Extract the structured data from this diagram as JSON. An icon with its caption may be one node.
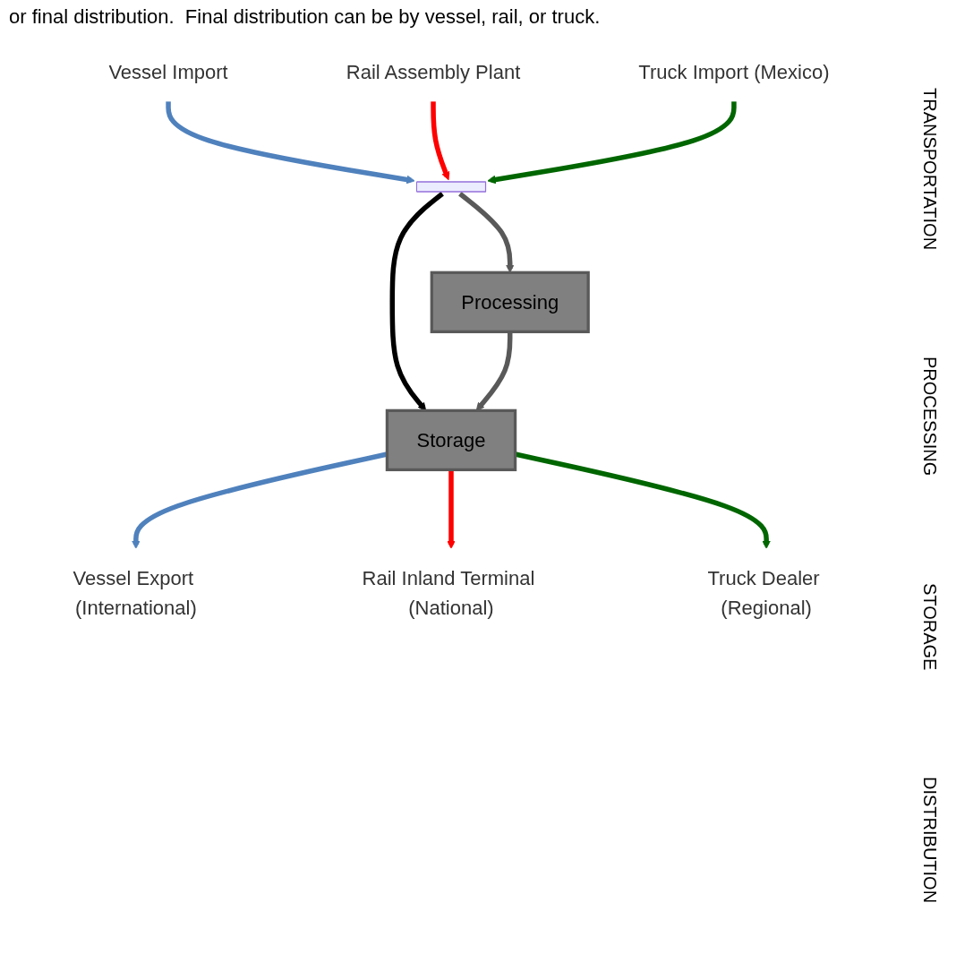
{
  "diagram": {
    "nodes": [
      {
        "text": [
          "Vessel Import"
        ]
      },
      {
        "text": [
          "Rail Assembly Plant"
        ]
      },
      {
        "text": [
          "Truck Import (Mexico)"
        ]
      },
      {
        "text": [],
        "shape": "bar"
      },
      {
        "text": [
          "Processing"
        ]
      },
      {
        "text": [
          "Storage"
        ]
      },
      {
        "text": [
          "Vessel Export (International)"
        ]
      },
      {
        "text": [
          "Rail Inland Terminal (National)"
        ]
      },
      {
        "text": [
          "Truck Dealer (Regional)"
        ]
      }
    ],
    "edges": [
      {
        "from": 0,
        "to": 3,
        "arrow": "to",
        "color": "#4f81bd"
      },
      {
        "from": 1,
        "to": 3,
        "arrow": "to",
        "color": "#ff0000"
      },
      {
        "from": 2,
        "to": 3,
        "arrow": "to",
        "color": "#006600"
      },
      {
        "from": 3,
        "to": 5,
        "arrow": "to",
        "color": "#000000"
      },
      {
        "from": 3,
        "to": 4,
        "arrow": "to",
        "color": "#595959"
      },
      {
        "from": 4,
        "to": 5,
        "arrow": "to",
        "color": "#595959"
      },
      {
        "from": 5,
        "to": 6,
        "arrow": "to",
        "color": "#4f81bd"
      },
      {
        "from": 5,
        "to": 7,
        "arrow": "to",
        "color": "#ff0000"
      },
      {
        "from": 5,
        "to": 8,
        "arrow": "to",
        "color": "#006600"
      }
    ],
    "labels": [
      "or final distribution.  Final distribution can be by vessel, rail, or truck.",
      "TRANSPORTATION",
      "PROCESSING",
      "STORAGE",
      "DISTRIBUTION"
    ]
  }
}
